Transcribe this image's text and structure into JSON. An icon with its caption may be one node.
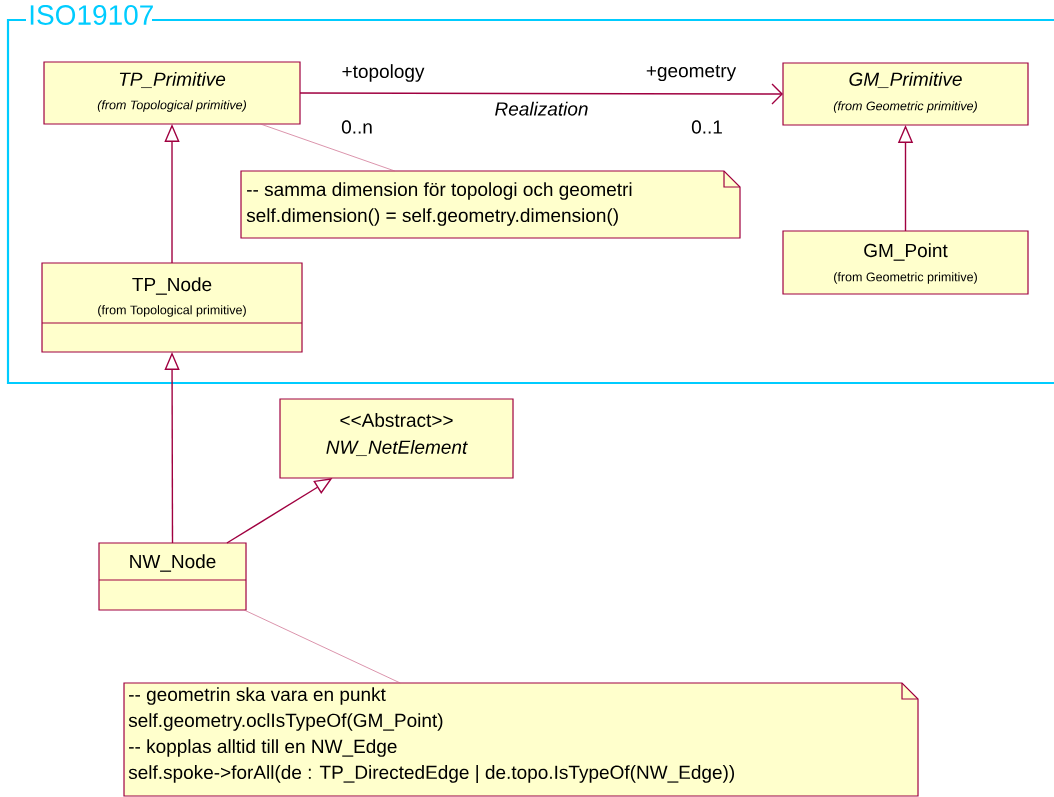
{
  "diagram": {
    "nodes": [
      {
        "text": [
          "ISO19107"
        ]
      },
      {
        "text": [
          "TP_Primitive",
          "(from Topological primitive)"
        ],
        "in": 0
      },
      {
        "text": [
          "GM_Primitive",
          "(from Geometric primitive)"
        ],
        "in": 0
      },
      {
        "text": [
          "-- samma dimension för topologi och geometri",
          "self.dimension() = self.geometry.dimension()"
        ],
        "in": 0
      },
      {
        "text": [
          "GM_Point",
          "(from Geometric primitive)"
        ],
        "in": 0
      },
      {
        "text": [
          "TP_Node",
          "(from Topological primitive)"
        ],
        "in": 0
      },
      {
        "text": [
          "<<Abstract>>",
          "NW_NetElement"
        ]
      },
      {
        "text": [
          "NW_Node"
        ]
      },
      {
        "text": [
          "-- geometrin ska vara en punkt",
          "self.geometry.oclIsTypeOf(GM_Point)",
          "-- kopplas alltid till en NW_Edge",
          "self.spoke->forAll(de : TP_DirectedEdge | de.topo.IsTypeOf(NW_Edge))"
        ]
      }
    ],
    "edges": [
      {
        "from": 1,
        "to": 2,
        "arrow": "to",
        "label": "Realization"
      },
      {
        "from": 3,
        "to": 1,
        "arrow": "none",
        "color": "#cc6688"
      },
      {
        "from": 5,
        "to": 1,
        "arrow": "to"
      },
      {
        "from": 4,
        "to": 2,
        "arrow": "to"
      },
      {
        "from": 7,
        "to": 5,
        "arrow": "to"
      },
      {
        "from": 7,
        "to": 6,
        "arrow": "to"
      },
      {
        "from": 8,
        "to": 7,
        "arrow": "none",
        "color": "#cc6688"
      }
    ],
    "labels": [
      "+topology",
      "+geometry",
      "0..n",
      "0..1"
    ]
  }
}
